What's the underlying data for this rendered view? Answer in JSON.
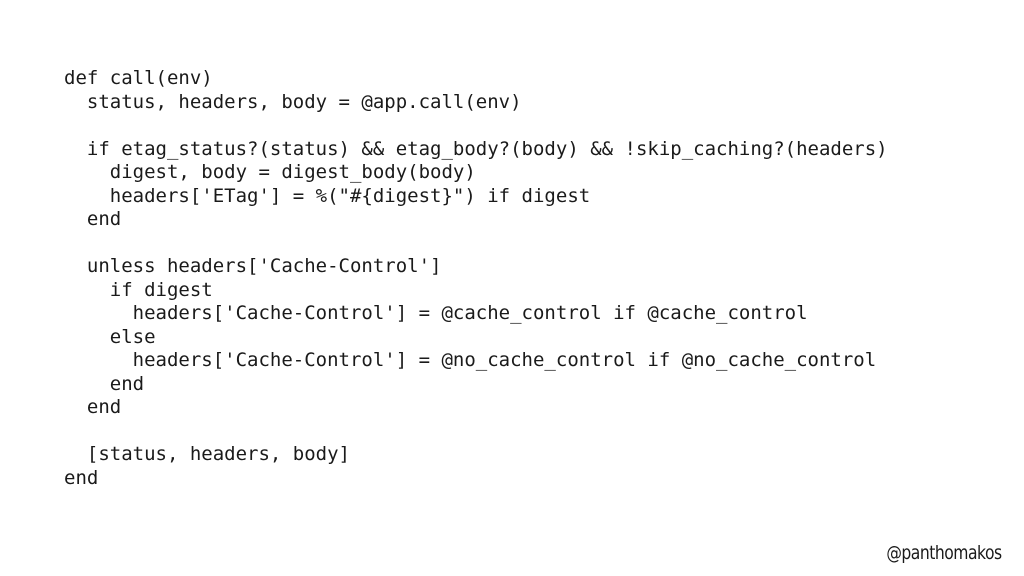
{
  "code": {
    "lines": [
      "def call(env)",
      "  status, headers, body = @app.call(env)",
      "",
      "  if etag_status?(status) && etag_body?(body) && !skip_caching?(headers)",
      "    digest, body = digest_body(body)",
      "    headers['ETag'] = %(\"#{digest}\") if digest",
      "  end",
      "",
      "  unless headers['Cache-Control']",
      "    if digest",
      "      headers['Cache-Control'] = @cache_control if @cache_control",
      "    else",
      "      headers['Cache-Control'] = @no_cache_control if @no_cache_control",
      "    end",
      "  end",
      "",
      "  [status, headers, body]",
      "end"
    ]
  },
  "footer": {
    "handle": "@panthomakos"
  }
}
